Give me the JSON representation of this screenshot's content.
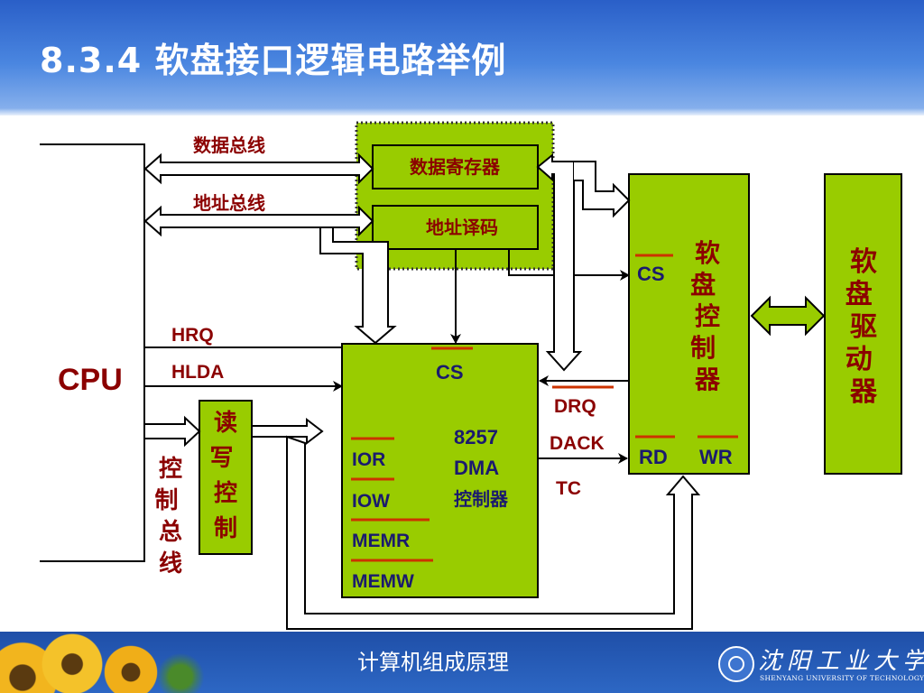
{
  "slide": {
    "title": "8.3.4 软盘接口逻辑电路举例",
    "footer_title": "计算机组成原理",
    "university_cn": "沈阳工业大学",
    "university_en": "SHENYANG UNIVERSITY OF TECHNOLOGY"
  },
  "colors": {
    "header_blue": "#2a5fc8",
    "box_green": "#99cc00",
    "label_red": "#8b0000",
    "text_navy": "#1a1a6e",
    "overbar_orange": "#cc3300"
  },
  "diagram": {
    "cpu": "CPU",
    "data_bus": "数据总线",
    "addr_bus": "地址总线",
    "data_reg": "数据寄存器",
    "addr_dec": "地址译码",
    "hrq": "HRQ",
    "hlda": "HLDA",
    "rw_ctrl": "读写控制",
    "ctrl_bus": "控制总线",
    "dma_cs": "CS",
    "dma_name": [
      "8257",
      "DMA",
      "控制器"
    ],
    "ior": "IOR",
    "iow": "IOW",
    "memr": "MEMR",
    "memw": "MEMW",
    "drq": "DRQ",
    "dack": "DACK",
    "tc": "TC",
    "fdc_cs": "CS",
    "fdc_name": "软盘控制器",
    "rd": "RD",
    "wr": "WR",
    "drive": "软盘驱动器"
  }
}
